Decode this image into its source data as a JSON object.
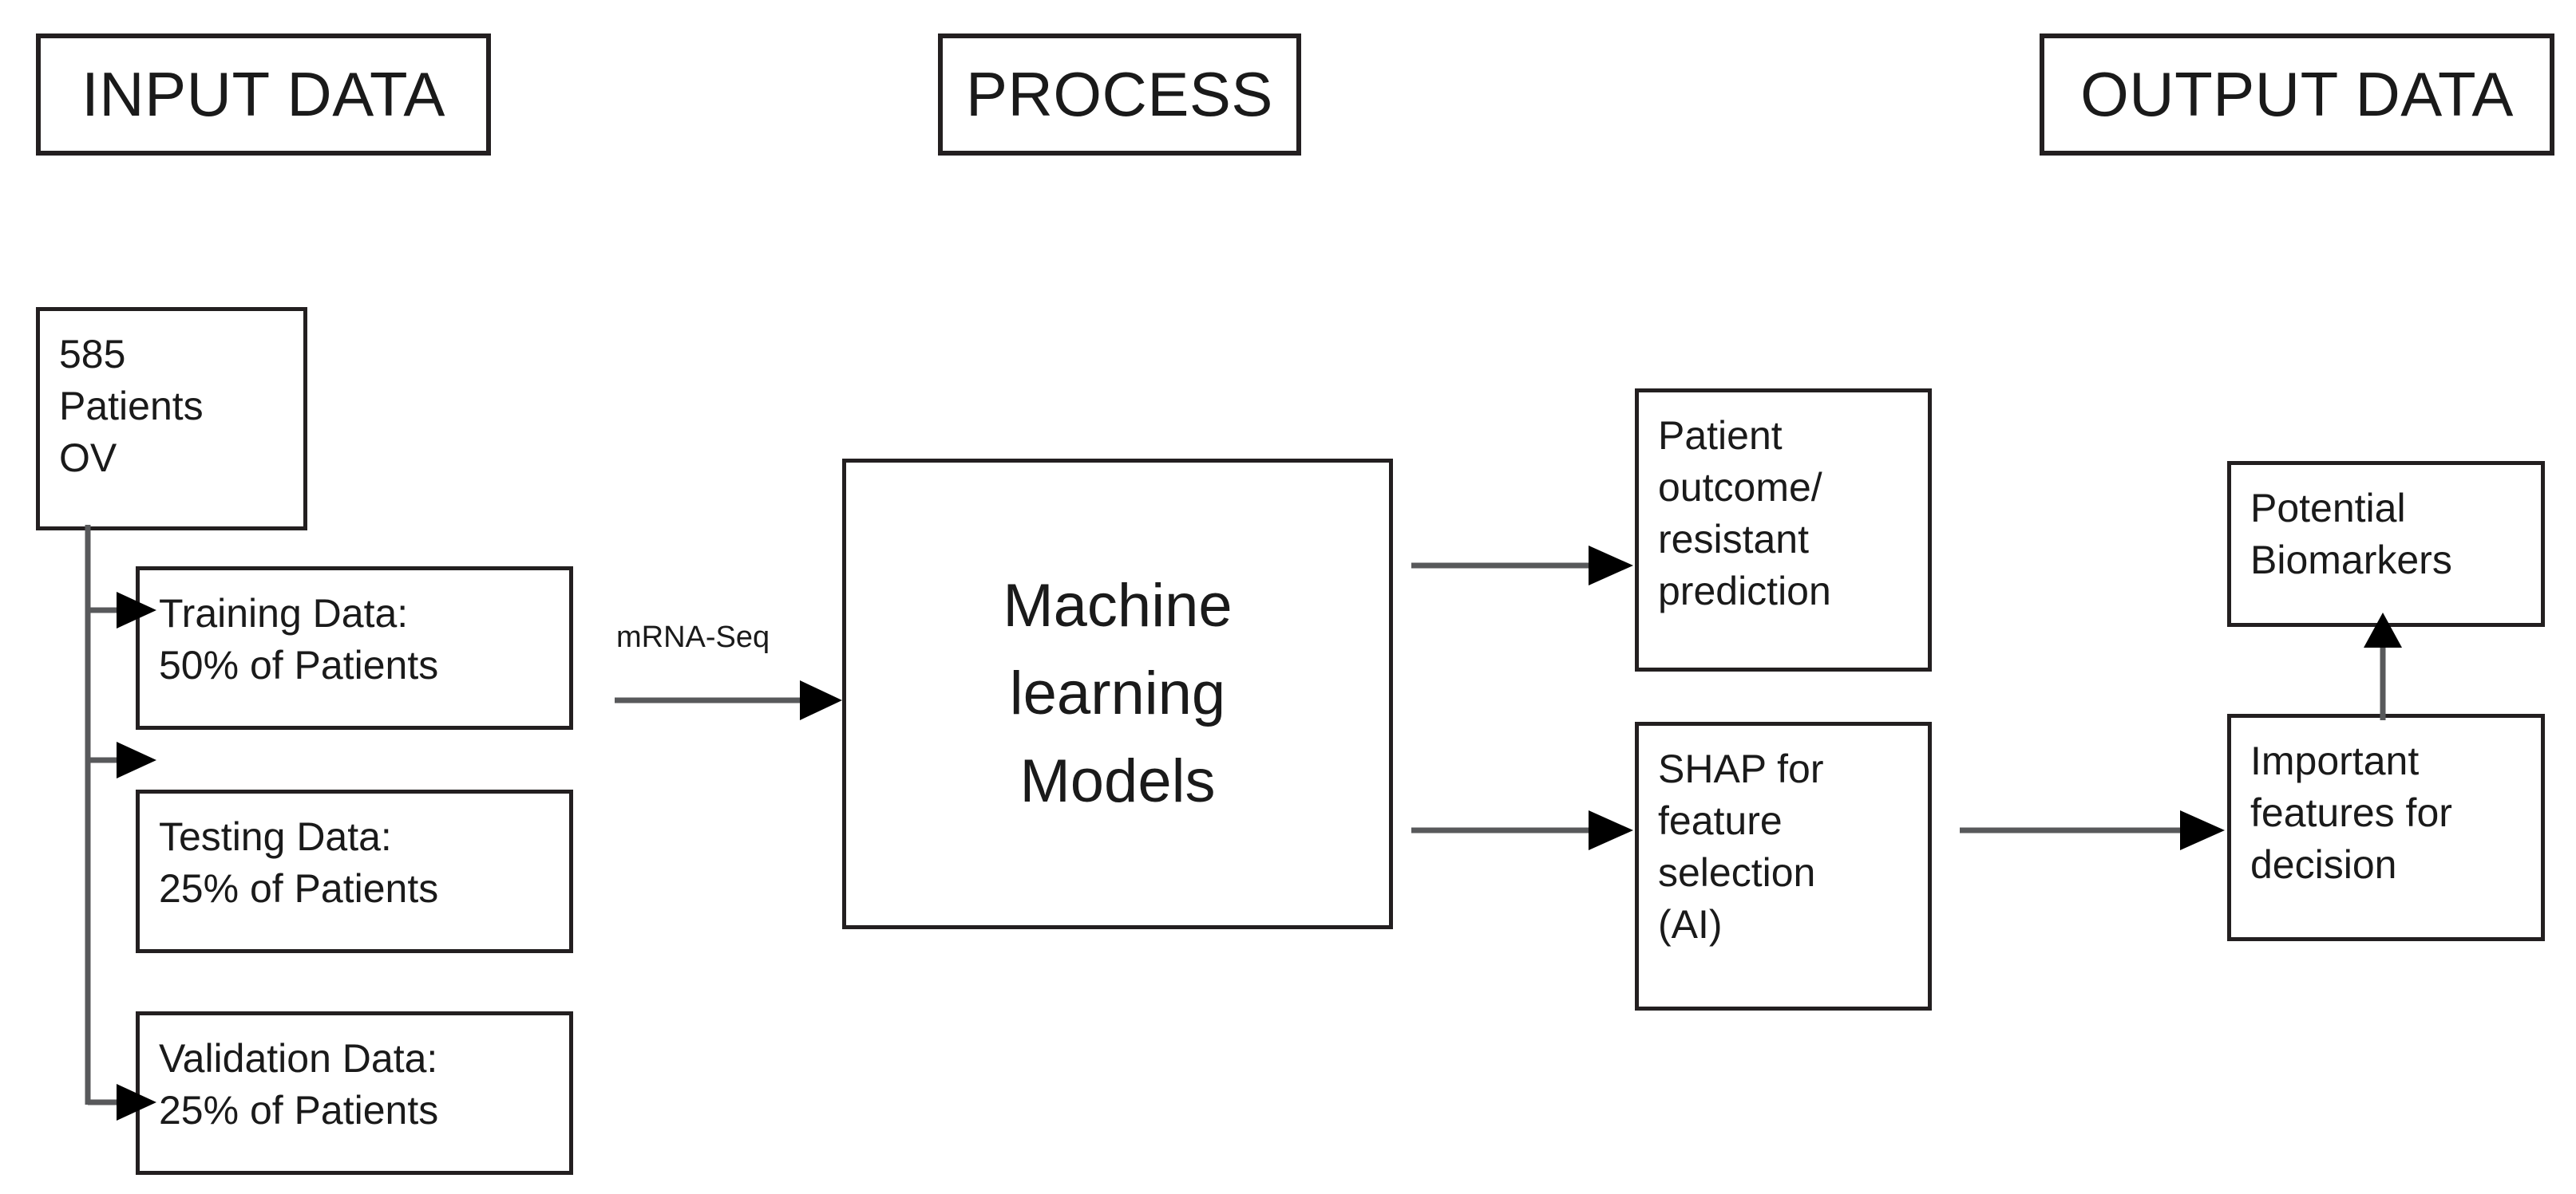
{
  "headers": [
    {
      "id": "input",
      "label": "INPUT DATA"
    },
    {
      "id": "process",
      "label": "PROCESS"
    },
    {
      "id": "output",
      "label": "OUTPUT DATA"
    }
  ],
  "nodes": {
    "cohort": {
      "label": "585\nPatients\nOV"
    },
    "training": {
      "label": "Training Data:\n50% of Patients"
    },
    "testing": {
      "label": "Testing Data:\n25% of Patients"
    },
    "validation": {
      "label": "Validation  Data:\n25% of Patients"
    },
    "models": {
      "label": "Machine\nlearning\nModels"
    },
    "prediction": {
      "label": "Patient\noutcome/\nresistant\nprediction"
    },
    "shap": {
      "label": "SHAP for\nfeature\nselection\n(AI)"
    },
    "biomarkers": {
      "label": "Potential\nBiomarkers"
    },
    "features": {
      "label": "Important\nfeatures for\ndecision"
    }
  },
  "edges": {
    "mrna_seq": {
      "label": "mRNA-Seq"
    }
  },
  "colors": {
    "stroke": "#231f20",
    "connector": "#58595b",
    "arrowhead": "#000000",
    "text": "#1a1a1a",
    "background": "#ffffff"
  }
}
